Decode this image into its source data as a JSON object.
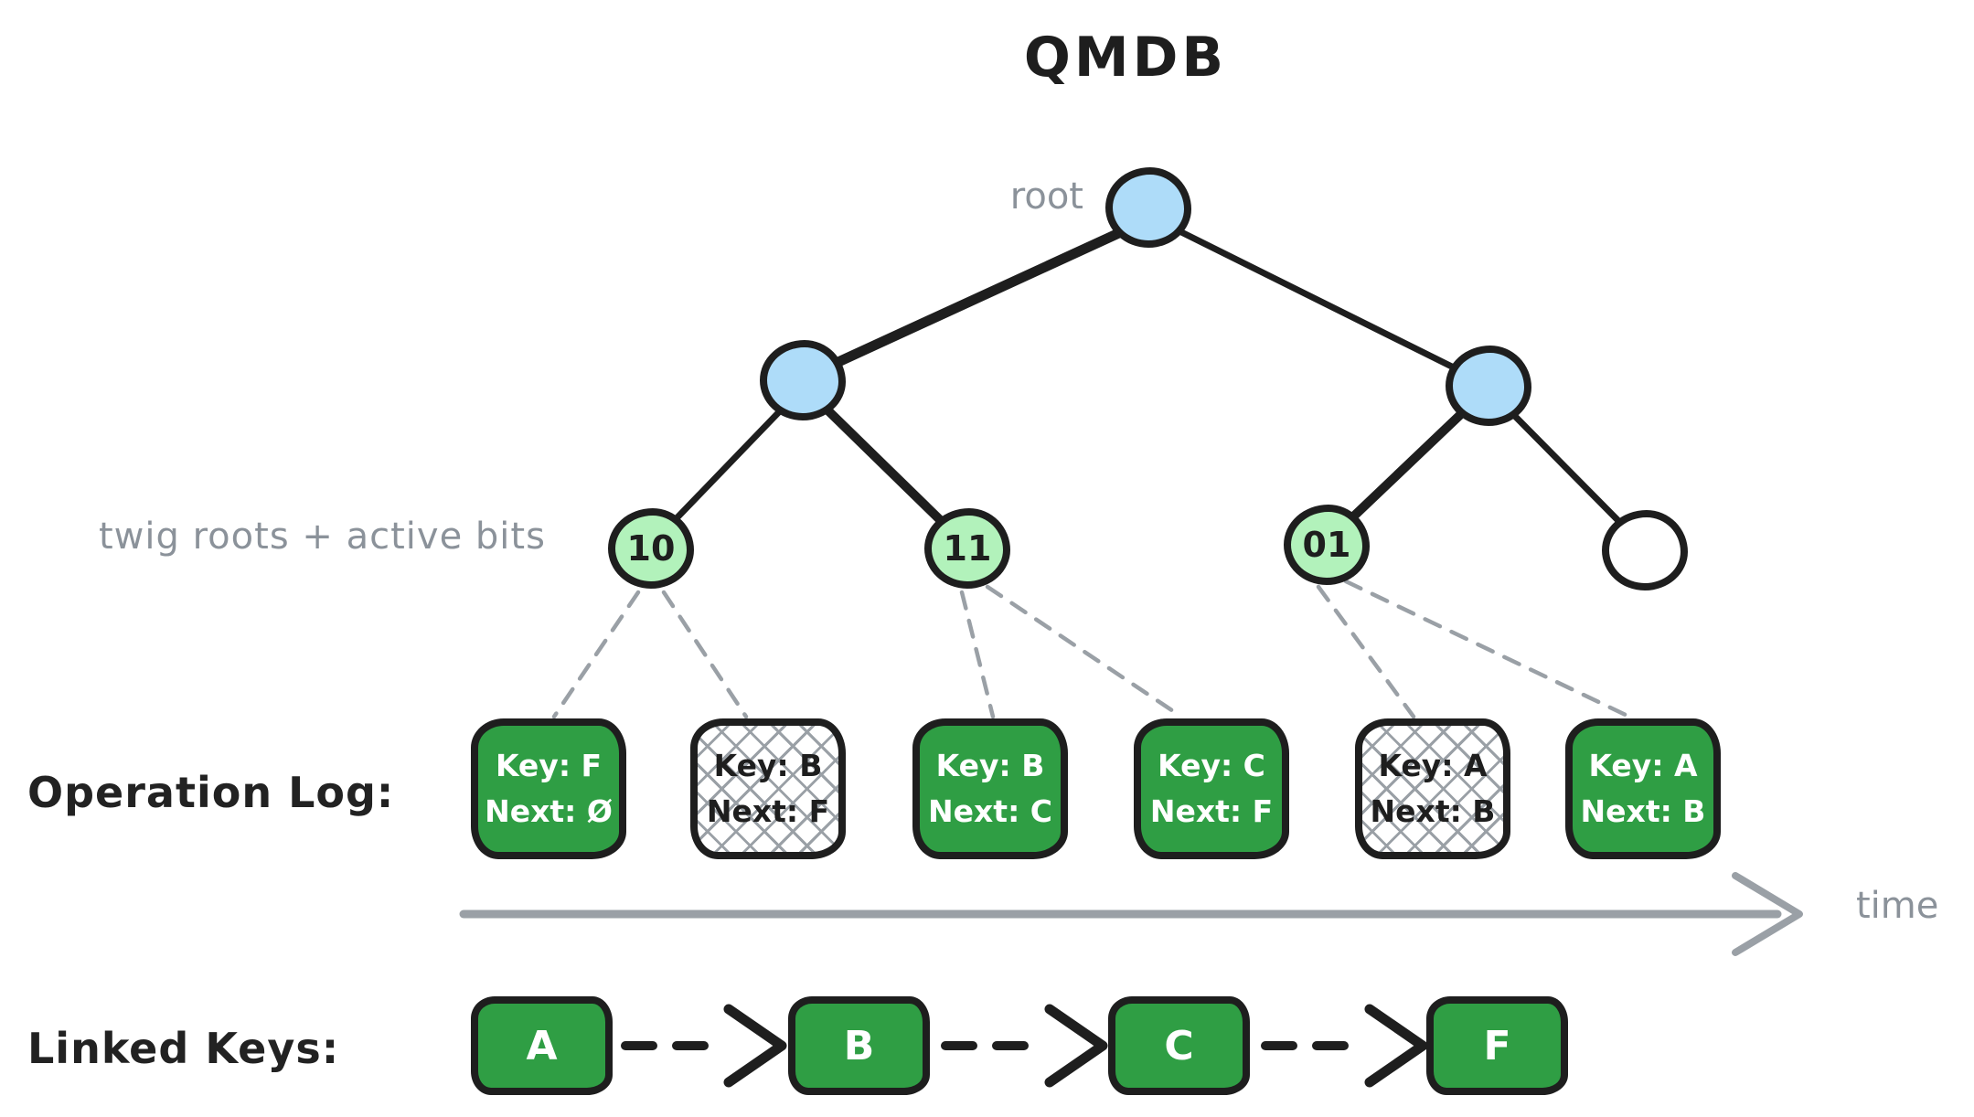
{
  "title": "QMDB",
  "colors": {
    "background": "#ffffff",
    "stroke_black": "#1e1e1e",
    "node_blue": "#aedcf9",
    "node_green_light": "#b2f2bb",
    "box_green": "#2f9e44",
    "annotation_gray": "#8b929a",
    "dash_gray": "#9aa0a6"
  },
  "tree": {
    "root_label": "root",
    "twig_label": "twig roots + active bits",
    "internal_nodes": 2,
    "leaves": [
      {
        "label": "10",
        "fill": "green"
      },
      {
        "label": "11",
        "fill": "green"
      },
      {
        "label": "01",
        "fill": "green"
      },
      {
        "label": "",
        "fill": "white"
      }
    ]
  },
  "operation_log": {
    "label": "Operation Log:",
    "time_label": "time",
    "entries": [
      {
        "key": "Key: F",
        "next": "Next: Ø",
        "hatched": false
      },
      {
        "key": "Key: B",
        "next": "Next: F",
        "hatched": true
      },
      {
        "key": "Key: B",
        "next": "Next: C",
        "hatched": false
      },
      {
        "key": "Key: C",
        "next": "Next: F",
        "hatched": false
      },
      {
        "key": "Key: A",
        "next": "Next: B",
        "hatched": true
      },
      {
        "key": "Key: A",
        "next": "Next: B",
        "hatched": false
      }
    ]
  },
  "linked_keys": {
    "label": "Linked Keys:",
    "keys": [
      "A",
      "B",
      "C",
      "F"
    ]
  }
}
